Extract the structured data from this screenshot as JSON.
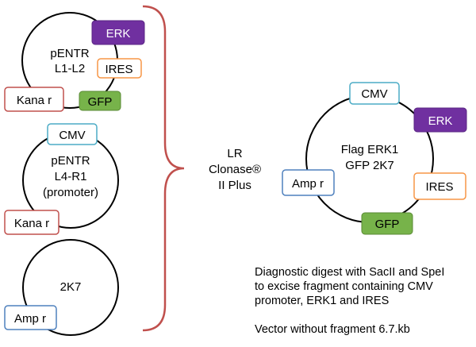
{
  "colors": {
    "erk": "#7030a0",
    "ires_border": "#f79646",
    "gfp": "#77b34a",
    "kana_border": "#c0504d",
    "cmv_border": "#4bacc6",
    "amp_border": "#4f81bd",
    "brace": "#c0504d"
  },
  "plasmids": {
    "pentr_l1_l2": {
      "line1": "pENTR",
      "line2": "L1-L2"
    },
    "pentr_l4_r1": {
      "line1": "pENTR",
      "line2": "L4-R1",
      "line3": "(promoter)"
    },
    "p2k7": {
      "line1": "2K7"
    },
    "product": {
      "line1": "Flag ERK1",
      "line2": "GFP 2K7"
    }
  },
  "elements": {
    "erk": "ERK",
    "ires": "IRES",
    "gfp": "GFP",
    "kana": "Kana r",
    "cmv": "CMV",
    "amp": "Amp r"
  },
  "reaction": {
    "line1": "LR",
    "line2": "Clonase®",
    "line3": "II Plus"
  },
  "notes": {
    "line1": "Diagnostic digest with SacII and SpeI",
    "line2": "to excise fragment containing CMV",
    "line3": "promoter, ERK1 and IRES",
    "line4": "Vector without fragment 6.7.kb"
  }
}
